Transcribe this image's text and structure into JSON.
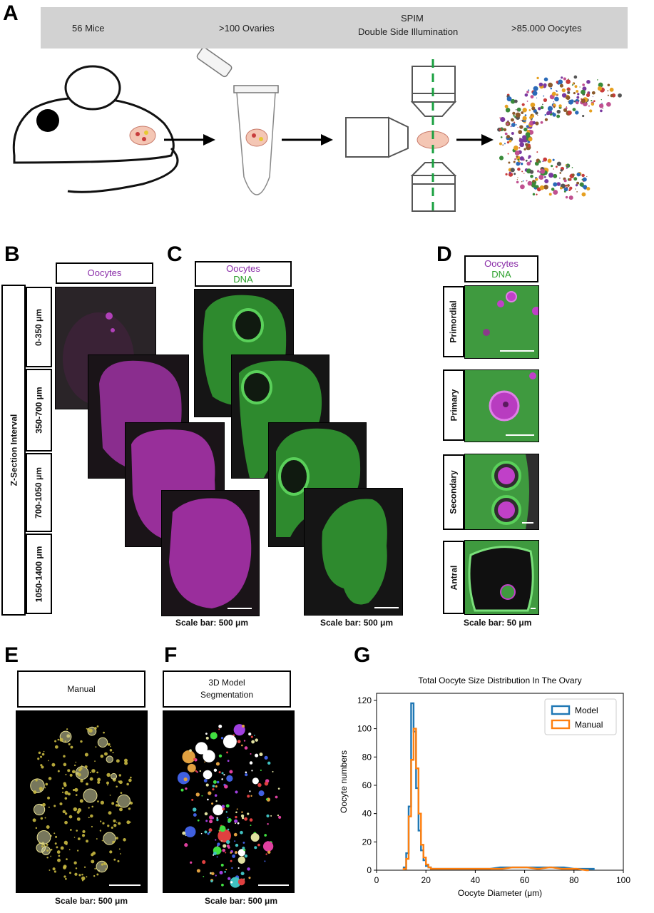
{
  "panels": {
    "A": "A",
    "B": "B",
    "C": "C",
    "D": "D",
    "E": "E",
    "F": "F",
    "G": "G"
  },
  "banner": {
    "mice": "56 Mice",
    "ovaries": ">100 Ovaries",
    "spim_line1": "SPIM",
    "spim_line2": "Double Side Illumination",
    "oocytes": ">85.000 Oocytes"
  },
  "panel_b": {
    "header": "Oocytes",
    "axis_title": "Z-Section  Interval",
    "intervals": [
      "0-350 μm",
      "350-700 μm",
      "700-1050 μm",
      "1050-1400 μm"
    ]
  },
  "panel_c": {
    "header_line1": "Oocytes",
    "header_line2": "DNA",
    "scale_left": "Scale bar: 500 μm",
    "scale_right": "Scale bar: 500 μm"
  },
  "panel_d": {
    "header_line1": "Oocytes",
    "header_line2": "DNA",
    "stages": [
      "Primordial",
      "Primary",
      "Secondary",
      "Antral"
    ],
    "scale": "Scale bar: 50 μm"
  },
  "panel_e": {
    "header": "Manual",
    "scale": "Scale bar: 500 μm"
  },
  "panel_f": {
    "header_line1": "3D Model",
    "header_line2": "Segmentation",
    "scale": "Scale bar: 500 μm"
  },
  "colors": {
    "oocyte_magenta": "#c040c8",
    "dna_green": "#3cc83c",
    "model_blue": "#1f77b4",
    "manual_orange": "#ff7f0e"
  },
  "chart_data": {
    "type": "histogram",
    "title": "Total Oocyte Size Distribution In The Ovary",
    "xlabel": "Oocyte Diameter (μm)",
    "ylabel": "Oocyte numbers",
    "xlim": [
      0,
      100
    ],
    "ylim": [
      0,
      125
    ],
    "xticks": [
      0,
      20,
      40,
      60,
      80,
      100
    ],
    "yticks": [
      0,
      20,
      40,
      60,
      80,
      100,
      120
    ],
    "legend_position": "top-right",
    "series": [
      {
        "name": "Model",
        "color": "#1f77b4",
        "x": [
          11,
          12,
          13,
          14,
          15,
          16,
          17,
          18,
          19,
          20,
          21,
          22,
          25,
          30,
          35,
          40,
          45,
          50,
          55,
          60,
          65,
          70,
          75,
          80,
          85,
          87
        ],
        "y": [
          2,
          12,
          45,
          118,
          98,
          58,
          28,
          14,
          7,
          3,
          2,
          1,
          1,
          1,
          1,
          1,
          1,
          2,
          2,
          2,
          2,
          2,
          2,
          1,
          1,
          1
        ]
      },
      {
        "name": "Manual",
        "color": "#ff7f0e",
        "x": [
          11,
          12,
          13,
          14,
          15,
          16,
          17,
          18,
          19,
          20,
          21,
          22,
          25,
          30,
          35,
          40,
          45,
          50,
          55,
          60,
          65,
          70,
          75,
          80,
          85
        ],
        "y": [
          1,
          8,
          38,
          78,
          100,
          72,
          40,
          18,
          9,
          4,
          2,
          1,
          1,
          1,
          1,
          1,
          1,
          1,
          2,
          2,
          1,
          2,
          1,
          1,
          0
        ]
      }
    ]
  }
}
